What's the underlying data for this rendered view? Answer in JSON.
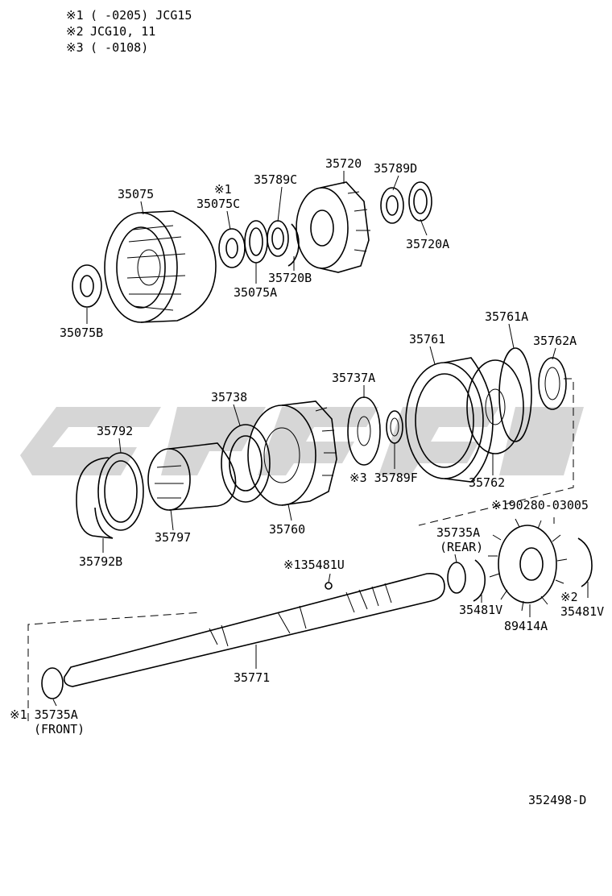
{
  "notes": [
    {
      "marker": "※1",
      "text": "(      -0205) JCG15"
    },
    {
      "marker": "※2",
      "text": "JCG10, 11"
    },
    {
      "marker": "※3",
      "text": "(      -0108)"
    }
  ],
  "parts": [
    {
      "id": "p35720",
      "label": "35720"
    },
    {
      "id": "p35789D",
      "label": "35789D"
    },
    {
      "id": "p35075",
      "label": "35075"
    },
    {
      "id": "p35075C_mark",
      "label": "※1"
    },
    {
      "id": "p35075C",
      "label": "35075C"
    },
    {
      "id": "p35789C",
      "label": "35789C"
    },
    {
      "id": "p35720A",
      "label": "35720A"
    },
    {
      "id": "p35720B",
      "label": "35720B"
    },
    {
      "id": "p35075A",
      "label": "35075A"
    },
    {
      "id": "p35075B",
      "label": "35075B"
    },
    {
      "id": "p35761A",
      "label": "35761A"
    },
    {
      "id": "p35761",
      "label": "35761"
    },
    {
      "id": "p35762A",
      "label": "35762A"
    },
    {
      "id": "p35737A",
      "label": "35737A"
    },
    {
      "id": "p35738",
      "label": "35738"
    },
    {
      "id": "p35792",
      "label": "35792"
    },
    {
      "id": "p35789F",
      "label": "※3 35789F"
    },
    {
      "id": "p35762",
      "label": "35762"
    },
    {
      "id": "p190280",
      "label": "※190280-03005"
    },
    {
      "id": "p35735A_rear",
      "label": "35735A"
    },
    {
      "id": "p35735A_rear2",
      "label": "(REAR)"
    },
    {
      "id": "p35797",
      "label": "35797"
    },
    {
      "id": "p35760",
      "label": "35760"
    },
    {
      "id": "p35792B",
      "label": "35792B"
    },
    {
      "id": "p35481U",
      "label": "※135481U"
    },
    {
      "id": "p35481V_a",
      "label": "35481V"
    },
    {
      "id": "p89414A",
      "label": "89414A"
    },
    {
      "id": "p35481V_mark",
      "label": "※2"
    },
    {
      "id": "p35481V_b",
      "label": "35481V"
    },
    {
      "id": "p35771",
      "label": "35771"
    },
    {
      "id": "p35735A_front",
      "label": "※1 35735A"
    },
    {
      "id": "p35735A_front2",
      "label": "(FRONT)"
    }
  ],
  "diagram_code": "352498-D"
}
